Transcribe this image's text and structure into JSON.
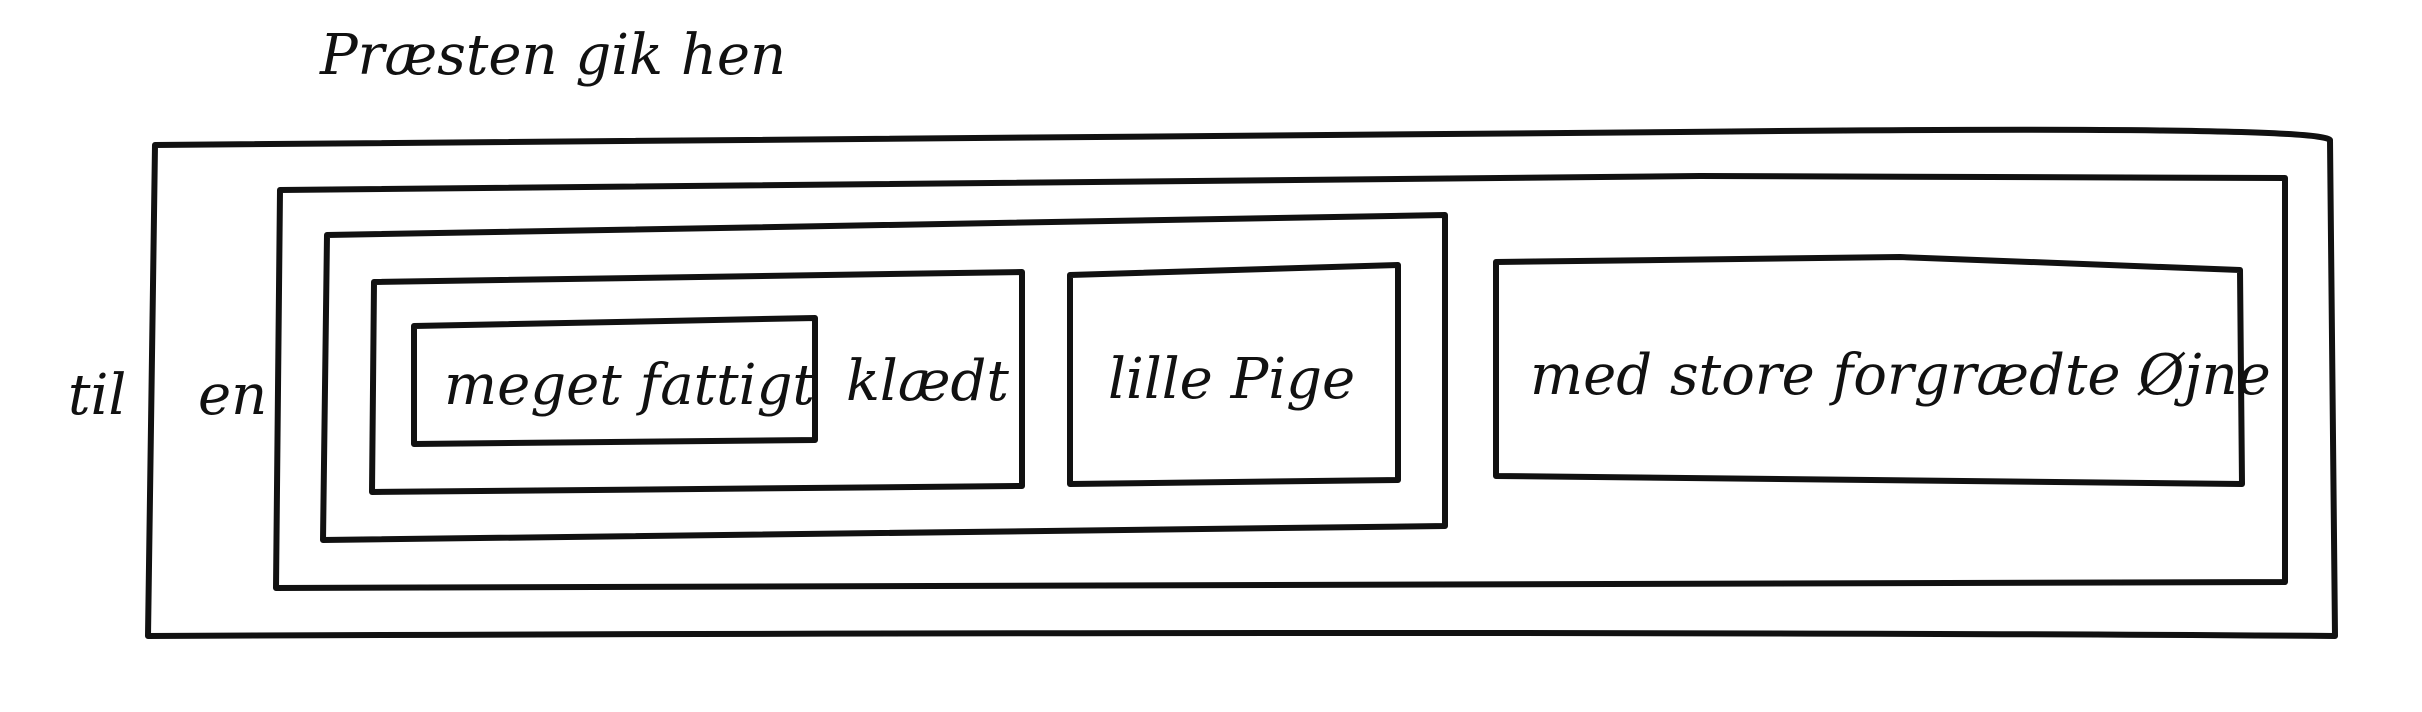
{
  "diagram": {
    "heading": "Præsten gik hen",
    "labels": {
      "til": "til",
      "en": "en",
      "meget_fattigt": "meget fattigt",
      "klaedt": "klædt",
      "lille_pige": "lille Pige",
      "med_store": "med store forgrædte Øjne"
    },
    "stroke_color": "#111111",
    "background": "#ffffff"
  }
}
